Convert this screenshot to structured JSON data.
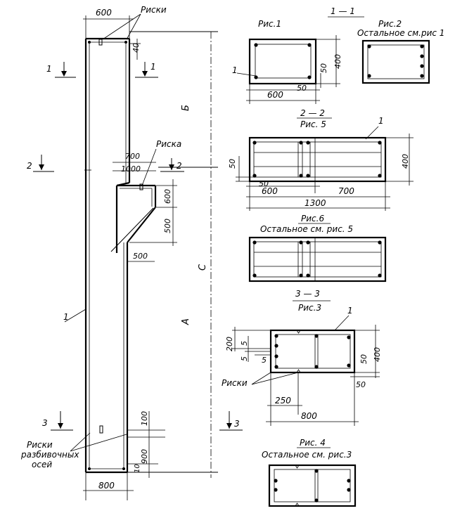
{
  "labels": {
    "riski_top": "Риски",
    "riska_mid": "Риска",
    "riski_s3": "Риски",
    "riski_axes_1": "Риски",
    "riski_axes_2": "разбивочных",
    "riski_axes_3": "осей",
    "seg_b": "Б",
    "seg_c": "С",
    "seg_a": "А"
  },
  "dimensions": {
    "top_width": "600",
    "top_offset": "40",
    "corbel_700": "700",
    "corbel_1000": "1000",
    "corbel_600": "600",
    "corbel_500a": "500",
    "corbel_500b": "500",
    "bottom_100": "100",
    "bottom_900": "900",
    "bottom_10": "10",
    "bottom_width": "800",
    "s11_400": "400",
    "s11_50a": "50",
    "s11_50b": "50",
    "s11_600": "600",
    "s22_50a": "50",
    "s22_50b": "50",
    "s22_600": "600",
    "s22_700": "700",
    "s22_1300": "1300",
    "s22_400": "400",
    "s33_200": "200",
    "s33_5a": "5",
    "s33_5b": "5",
    "s33_5c": "5",
    "s33_50a": "50",
    "s33_400": "400",
    "s33_50b": "50",
    "s33_250": "250",
    "s33_800": "800"
  },
  "cuts": {
    "cut1_left": "1",
    "cut1_right": "1",
    "cut2_left": "2",
    "cut2_right": "2",
    "cut3_left": "3",
    "cut3_right": "3"
  },
  "leaders": {
    "column": "1",
    "s11": "1",
    "s22": "1",
    "s33": "1"
  },
  "titles": {
    "fig1": "Рис.1",
    "sec11": "1 — 1",
    "fig2": "Рис.2",
    "fig2_note": "Остальное см.рис 1",
    "sec22": "2 — 2",
    "sec22_fig": "Рис. 5",
    "fig6": "Рис.6",
    "fig6_note": "Остальное см. рис. 5",
    "sec33": "3 — 3",
    "sec33_fig": "Рис.3",
    "fig4": "Рис. 4",
    "fig4_note": "Остальное см. рис.3"
  }
}
